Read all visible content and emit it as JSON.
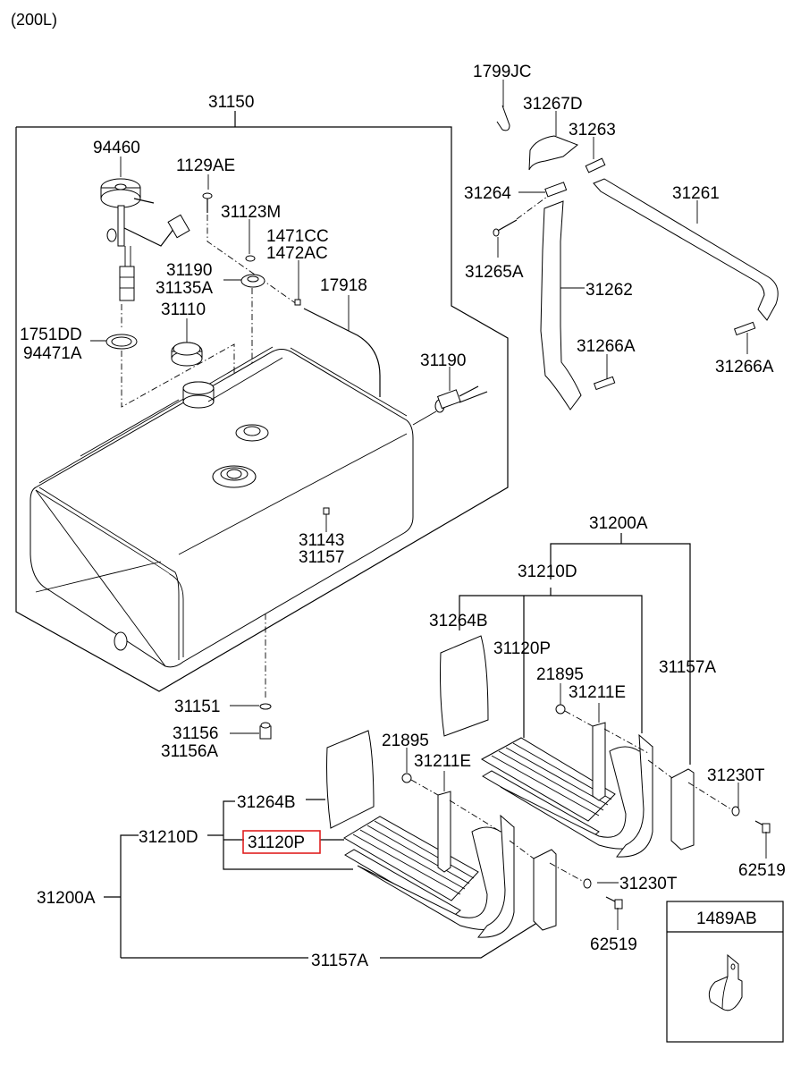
{
  "title": "(200L)",
  "highlight": {
    "part": "31120P",
    "color": "#e02020"
  },
  "labels": {
    "p31150": "31150",
    "p94460": "94460",
    "p1129AE": "1129AE",
    "p31123M": "31123M",
    "p1471CC": "1471CC",
    "p1472AC": "1472AC",
    "p31190a": "31190",
    "p31135A": "31135A",
    "p17918": "17918",
    "p31110": "31110",
    "p1751DD": "1751DD",
    "p94471A": "94471A",
    "p31190b": "31190",
    "p31143": "31143",
    "p31157": "31157",
    "p31151": "31151",
    "p31156": "31156",
    "p31156A": "31156A",
    "p1799JC": "1799JC",
    "p31267D": "31267D",
    "p31263": "31263",
    "p31264": "31264",
    "p31261": "31261",
    "p31265A": "31265A",
    "p31262": "31262",
    "p31266Aa": "31266A",
    "p31266Ab": "31266A",
    "r31200A": "31200A",
    "r31210D": "31210D",
    "r31264B": "31264B",
    "r31120P": "31120P",
    "r21895": "21895",
    "r31211E": "31211E",
    "r31157A": "31157A",
    "r31230T": "31230T",
    "r62519": "62519",
    "l31264B": "31264B",
    "l31210D": "31210D",
    "l31120P": "31120P",
    "l31200A": "31200A",
    "l31157A": "31157A",
    "l21895": "21895",
    "l31211E": "31211E",
    "l31230T": "31230T",
    "l62519": "62519",
    "p1489AB": "1489AB"
  }
}
